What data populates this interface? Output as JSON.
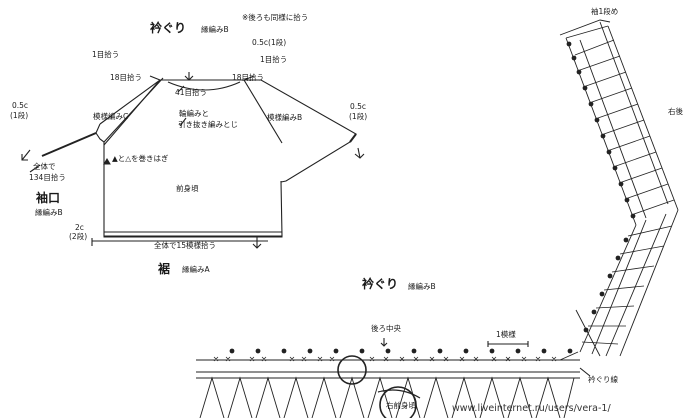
{
  "diagram": {
    "top_title": "衿ぐり",
    "top_title_stitch": "縁編みB",
    "back_note": "※後ろも同様に拾う",
    "neck_right_rows": "0.5c(1段)",
    "pick_one_left": "1目拾う",
    "pick_one_right": "1目拾う",
    "pick_18_left": "18目拾う",
    "pick_18_right": "18目拾う",
    "pick_41": "41目拾う",
    "left_edge_top": "0.5c",
    "left_edge_bottom": "(1段)",
    "right_edge_top": "0.5c",
    "right_edge_bottom": "(1段)",
    "sleeve_left_pattern": "模様編みC",
    "sleeve_right_pattern": "模様編みB",
    "join_line1": "輪編みと",
    "join_line2": "引き抜き編みとじ",
    "triangle_note": "▲と△を巻きはぎ",
    "total_134_line1": "全体で",
    "total_134_line2": "134目拾う",
    "cuff_title": "袖口",
    "cuff_stitch": "縁編みB",
    "body_label": "前身頃",
    "hem_rows_top": "2c",
    "hem_rows_bottom": "(2段)",
    "hem_pick": "全体で15模様拾う",
    "hem_title": "裾",
    "hem_stitch": "縁編みA",
    "chart_row1_label": "袖1段め",
    "chart_shoulder_label": "右後",
    "chart_title": "衿ぐり",
    "chart_stitch": "縁編みB",
    "chart_back_center": "後ろ中央",
    "chart_repeat": "1模様",
    "chart_end_label": "衿ぐり線",
    "chart_bottom_label": "右前身頃",
    "watermark": "www.liveinternet.ru/users/vera-1/"
  }
}
